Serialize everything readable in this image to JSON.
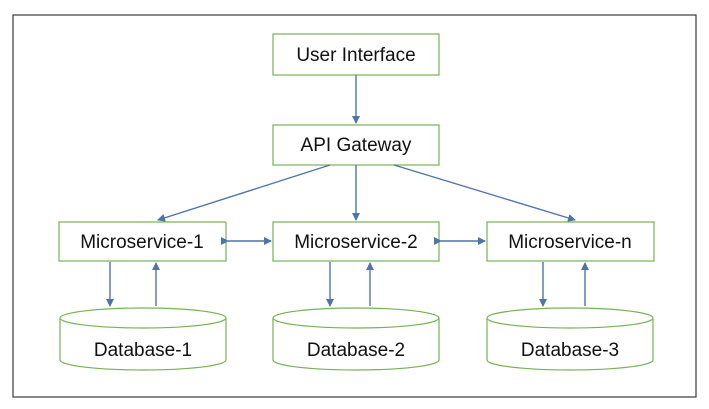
{
  "diagram": {
    "user_interface": "User Interface",
    "api_gateway": "API Gateway",
    "services": [
      "Microservice-1",
      "Microservice-2",
      "Microservice-n"
    ],
    "databases": [
      "Database-1",
      "Database-2",
      "Database-3"
    ]
  },
  "colors": {
    "box_border": "#77b255",
    "arrow": "#4f74a8",
    "frame": "#3a3a3a"
  }
}
